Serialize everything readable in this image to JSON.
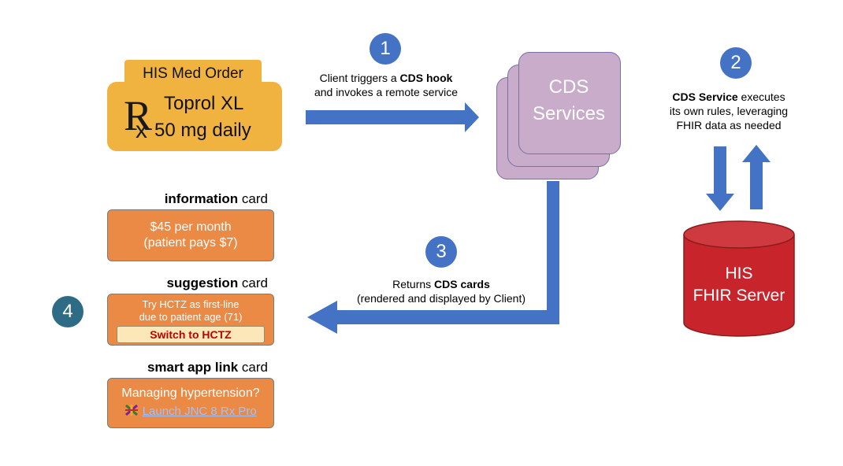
{
  "med_order": {
    "tab_label": "HIS Med Order",
    "rx_r": "R",
    "rx_x": "x",
    "drug_name": "Toprol XL",
    "drug_dose": "50 mg daily"
  },
  "steps": {
    "s1": {
      "number": "1",
      "line1_pre": "Client triggers a ",
      "line1_bold": "CDS hook",
      "line2": "and invokes a remote service"
    },
    "s2": {
      "number": "2",
      "line1_bold": "CDS Service",
      "line1_post": " executes",
      "line2": "its own rules, leveraging",
      "line3": "FHIR data as needed"
    },
    "s3": {
      "number": "3",
      "line1_pre": "Returns ",
      "line1_bold": "CDS cards",
      "line2": "(rendered and displayed by Client)"
    },
    "s4": {
      "number": "4"
    }
  },
  "cds_services": {
    "line1": "CDS",
    "line2": "Services"
  },
  "fhir_server": {
    "line1": "HIS",
    "line2": "FHIR Server"
  },
  "cards": {
    "information": {
      "title_bold": "information",
      "title_rest": " card",
      "line1": "$45 per month",
      "line2": "(patient pays $7)"
    },
    "suggestion": {
      "title_bold": "suggestion",
      "title_rest": " card",
      "line1": "Try HCTZ as first-line",
      "line2": "due to patient age (71)",
      "button": "Switch to HCTZ"
    },
    "smart_app": {
      "title_bold": "smart app link",
      "title_rest": " card",
      "line1": "Managing hypertension?",
      "link": "Launch JNC 8 Rx Pro"
    }
  },
  "colors": {
    "arrow": "#4472c4",
    "med_order": "#f0b340",
    "card": "#ea8a45",
    "cds_box": "#c9abca",
    "database": "#c8242c"
  }
}
